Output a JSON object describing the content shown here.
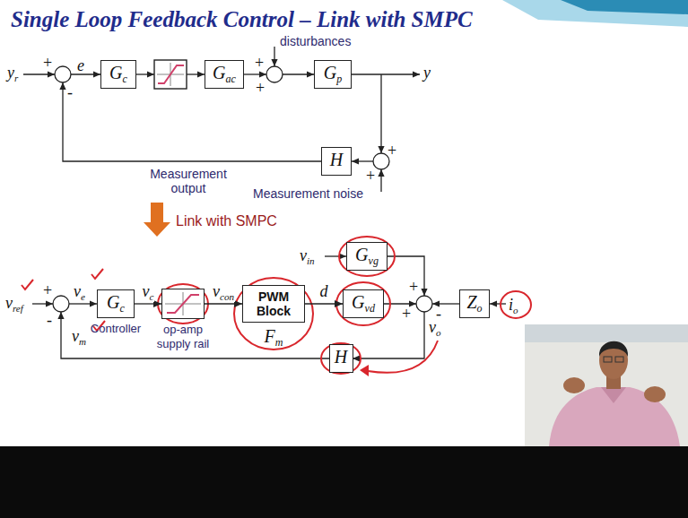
{
  "diagram": {
    "title": "Single Loop Feedback Control – Link with SMPC",
    "nodes": [
      {
        "text": [
          "Gc"
        ]
      },
      {
        "text": [
          "Gac"
        ]
      },
      {
        "text": [
          "Gp"
        ]
      },
      {
        "text": [
          "H"
        ]
      },
      {
        "text": [
          "Gvg"
        ]
      },
      {
        "text": [
          "Gc",
          "Controller"
        ]
      },
      {
        "text": [
          "op-amp supply rail"
        ]
      },
      {
        "text": [
          "PWM Block",
          "Fm"
        ]
      },
      {
        "text": [
          "Gvd"
        ]
      },
      {
        "text": [
          "Zo"
        ]
      },
      {
        "text": [
          "H"
        ]
      }
    ],
    "edges": [
      {
        "from": 5,
        "to": 6,
        "arrow": "to",
        "label": "vc"
      },
      {
        "from": 6,
        "to": 7,
        "arrow": "to",
        "label": "vcon"
      },
      {
        "from": 7,
        "to": 8,
        "arrow": "to",
        "label": "d"
      }
    ],
    "labels": [
      "yr",
      "+",
      "e",
      "-",
      "disturbances",
      "+",
      "+",
      "y",
      "Measurement output",
      "+",
      "+",
      "Measurement noise",
      "Link with SMPC",
      "vin",
      "vref",
      "+",
      "ve",
      "-",
      "vm",
      "+",
      "+",
      "-",
      "io",
      "vo"
    ]
  }
}
